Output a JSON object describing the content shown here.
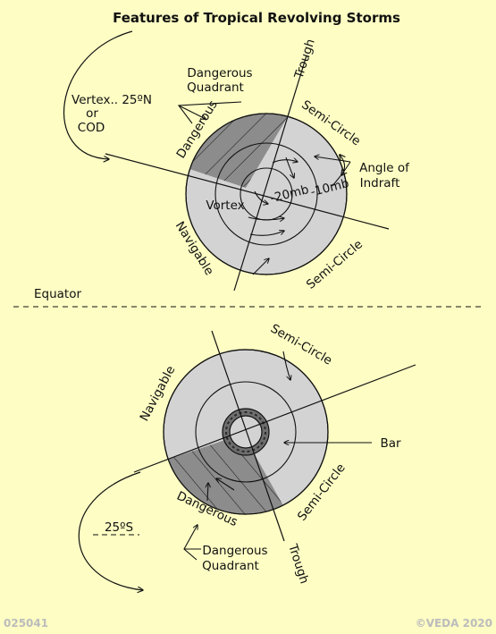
{
  "title": "Features of Tropical Revolving Storms",
  "north": {
    "vertex_line1": "Vertex.. 25ºN",
    "vertex_line2": "or",
    "vertex_line3": "COD",
    "dangerous_quadrant_line1": "Dangerous",
    "dangerous_quadrant_line2": "Quadrant",
    "dangerous": "Dangerous",
    "trough": "Trough",
    "semi_circle_top": "Semi-Circle",
    "angle_line1": "Angle of",
    "angle_line2": "Indraft",
    "pressure_outer": "-10mb",
    "pressure_inner": "-20mb",
    "vortex": "Vortex",
    "navigable": "Navigable",
    "semi_circle_bottom": "Semi-Circle"
  },
  "equator": "Equator",
  "south": {
    "semi_circle_top": "Semi-Circle",
    "navigable": "Navigable",
    "bar": "Bar",
    "semi_circle_bottom": "Semi-Circle",
    "dangerous": "Dangerous",
    "vertex": "25ºS",
    "dangerous_quadrant_line1": "Dangerous",
    "dangerous_quadrant_line2": "Quadrant",
    "trough": "Trough"
  },
  "footer": {
    "code": "025041",
    "copyright": "©VEDA 2020"
  },
  "colors": {
    "background": "#fdfdc4",
    "storm_fill": "#d3d3d3",
    "dangerous_fill": "#8c8c8c",
    "bar_fill": "#6e6e6e",
    "footer_text": "#bcbcbc"
  }
}
